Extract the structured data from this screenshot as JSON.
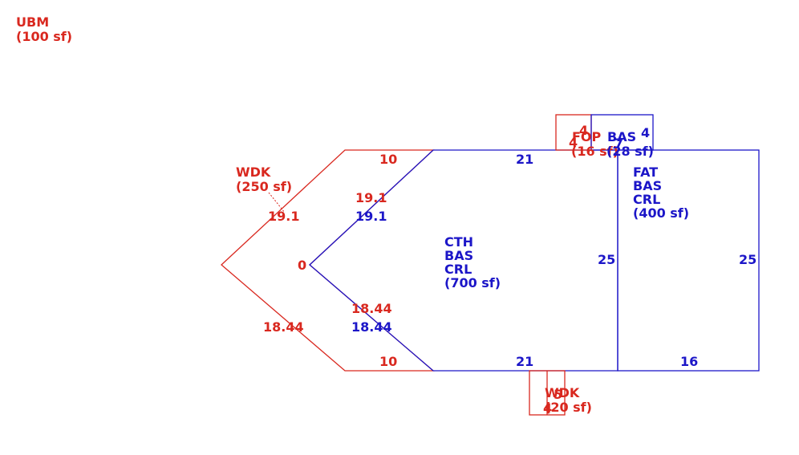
{
  "colors": {
    "red": "#d9281f",
    "blue": "#1c16c8"
  },
  "areas": {
    "ubm": {
      "code": "UBM",
      "area": "(100 sf)"
    },
    "wdk1": {
      "code": "WDK",
      "area": "(250 sf)"
    },
    "cth": {
      "code1": "CTH",
      "code2": "BAS",
      "code3": "CRL",
      "area": "(700 sf)"
    },
    "fat": {
      "code1": "FAT",
      "code2": "BAS",
      "code3": "CRL",
      "area": "(400 sf)"
    },
    "fop": {
      "code": "FOP",
      "area": "(16 sf)"
    },
    "bas_small": {
      "code": "BAS",
      "area": "(28 sf)"
    },
    "wdk2": {
      "code": "WDK",
      "area": "(20 sf)"
    }
  },
  "dims": {
    "red_top": "10",
    "red_bottom": "10",
    "red_upper_outer": "19.1",
    "red_upper_inner": "19.1",
    "red_lower_outer": "18.44",
    "red_lower_inner": "18.44",
    "red_zero": "0",
    "blue_upper": "19.1",
    "blue_lower": "18.44",
    "blue_top": "21",
    "blue_bottom": "21",
    "blue_mid_right": "25",
    "fat_right": "25",
    "fat_bottom": "16",
    "fop_top": "4",
    "fop_side": "4",
    "bas_top": "4",
    "bas_side": "7",
    "wdk2_top": "5",
    "wdk2_side": "4"
  }
}
